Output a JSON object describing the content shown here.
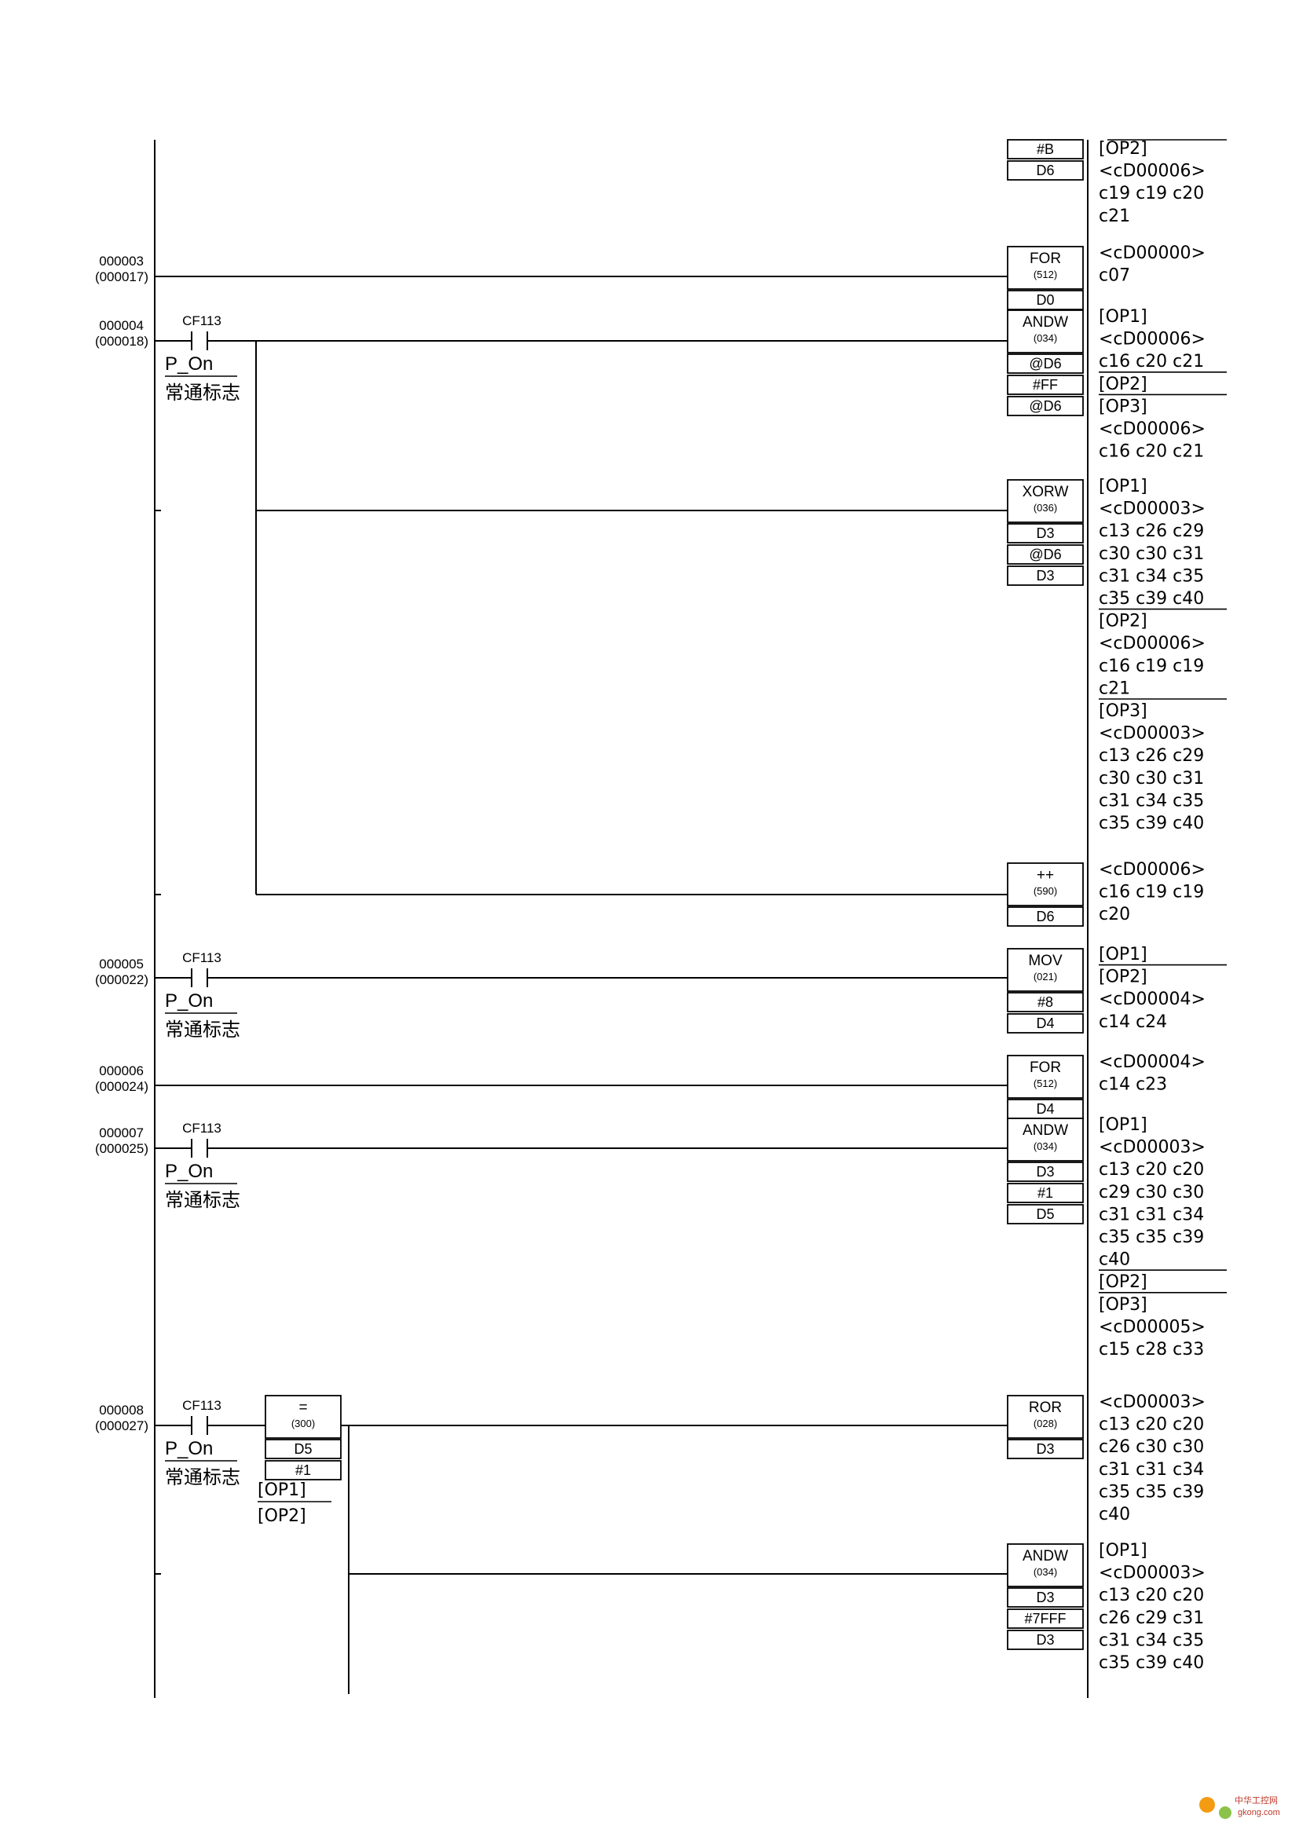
{
  "rungs": [
    {
      "number": "000003",
      "step": "(000017)"
    },
    {
      "number": "000004",
      "step": "(000018)"
    },
    {
      "number": "000005",
      "step": "(000022)"
    },
    {
      "number": "000006",
      "step": "(000024)"
    },
    {
      "number": "000007",
      "step": "(000025)"
    },
    {
      "number": "000008",
      "step": "(000027)"
    }
  ],
  "contact": {
    "name": "CF113",
    "symbol": "P_On",
    "comment": "常通标志"
  },
  "compare": {
    "mnemonic": "=",
    "func": "(300)",
    "ops": [
      "D5",
      "#1"
    ],
    "notes": [
      "[OP1]",
      "[OP2]"
    ]
  },
  "instructions": [
    {
      "mnemonic": "",
      "func": "",
      "ops": [
        "#B",
        "D6"
      ]
    },
    {
      "mnemonic": "FOR",
      "func": "(512)",
      "ops": [
        "D0"
      ]
    },
    {
      "mnemonic": "ANDW",
      "func": "(034)",
      "ops": [
        "@D6",
        "#FF",
        "@D6"
      ]
    },
    {
      "mnemonic": "XORW",
      "func": "(036)",
      "ops": [
        "D3",
        "@D6",
        "D3"
      ]
    },
    {
      "mnemonic": "++",
      "func": "(590)",
      "ops": [
        "D6"
      ]
    },
    {
      "mnemonic": "MOV",
      "func": "(021)",
      "ops": [
        "#8",
        "D4"
      ]
    },
    {
      "mnemonic": "FOR",
      "func": "(512)",
      "ops": [
        "D4"
      ]
    },
    {
      "mnemonic": "ANDW",
      "func": "(034)",
      "ops": [
        "D3",
        "#1",
        "D5"
      ]
    },
    {
      "mnemonic": "ROR",
      "func": "(028)",
      "ops": [
        "D3"
      ]
    },
    {
      "mnemonic": "ANDW",
      "func": "(034)",
      "ops": [
        "D3",
        "#7FFF",
        "D3"
      ]
    }
  ],
  "notes": [
    [
      "[OP2]",
      "<cD00006>",
      "c19 c19 c20",
      "c21"
    ],
    [
      "<cD00000>",
      "c07"
    ],
    [
      "[OP1]",
      "<cD00006>",
      "c16 c20 c21",
      "[OP2]",
      "[OP3]",
      "<cD00006>",
      "c16 c20 c21"
    ],
    [
      "[OP1]",
      "<cD00003>",
      "c13 c26 c29",
      "c30 c30 c31",
      "c31 c34 c35",
      "c35 c39 c40",
      "[OP2]",
      "<cD00006>",
      "c16 c19 c19",
      "c21",
      "[OP3]",
      "<cD00003>",
      "c13 c26 c29",
      "c30 c30 c31",
      "c31 c34 c35",
      "c35 c39 c40"
    ],
    [
      "<cD00006>",
      "c16 c19 c19",
      "c20"
    ],
    [
      "[OP1]",
      "[OP2]",
      "<cD00004>",
      "c14 c24"
    ],
    [
      "<cD00004>",
      "c14 c23"
    ],
    [
      "[OP1]",
      "<cD00003>",
      "c13 c20 c20",
      "c29 c30 c30",
      "c31 c31 c34",
      "c35 c35 c39",
      "c40",
      "[OP2]",
      "[OP3]",
      "<cD00005>",
      "c15 c28 c33"
    ],
    [
      "<cD00003>",
      "c13 c20 c20",
      "c26 c30 c30",
      "c31 c31 c34",
      "c35 c35 c39",
      "c40"
    ],
    [
      "[OP1]",
      "<cD00003>",
      "c13 c20 c20",
      "c26 c29 c31",
      "c31 c34 c35",
      "c35 c39 c40"
    ]
  ],
  "watermark": {
    "name": "中华工控网",
    "url": "gkong.com"
  }
}
